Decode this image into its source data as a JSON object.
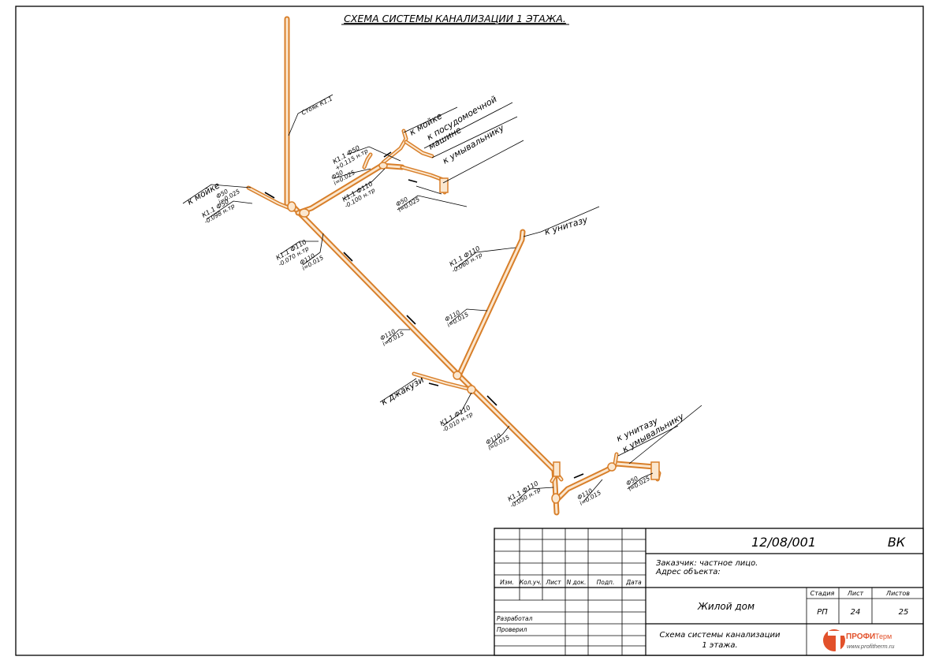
{
  "drawing": {
    "title": "СХЕМА СИСТЕМЫ КАНАЛИЗАЦИИ 1 ЭТАЖА.",
    "labels": {
      "riser": "Стояк К1.1",
      "to_sink_1": "к мойке",
      "to_dishwasher_a": "к посудомоечной",
      "to_dishwasher_b": "машине",
      "to_washbasin_1": "к умывальнику",
      "to_toilet_1": "к унитазу",
      "to_jacuzzi": "к джакузи",
      "to_toilet_2": "к унитазу",
      "to_washbasin_2": "к умывальнику",
      "sink_pipe_a": "Ф50",
      "sink_pipe_b": "i=0.025",
      "sink_level_a": "К1.1 Ф50",
      "sink_level_b": "-0.098 н.тр",
      "riser_base_a": "К1.1 Ф110",
      "riser_base_b": "-0.070 н.тр",
      "riser_slope_a": "Ф110",
      "riser_slope_b": "i=0.015",
      "kitchen_level_a": "К1.1 Ф50",
      "kitchen_level_b": "+0.115 н.тр",
      "kitchen_slope_a": "Ф50",
      "kitchen_slope_b": "i=0.025",
      "kitchen_main_a": "К1.1 Ф110",
      "kitchen_main_b": "-0.100 н.тр",
      "kitchen_branch_a": "Ф50",
      "kitchen_branch_b": "i=0.025",
      "toilet1_level_a": "К1.1 Ф110",
      "toilet1_level_b": "-0.060 н.тр",
      "toilet1_slope_a": "Ф110",
      "toilet1_slope_b": "i=0.015",
      "main_slope_a": "Ф110",
      "main_slope_b": "i=0.015",
      "jacuzzi_level_a": "К1.1 Ф110",
      "jacuzzi_level_b": "-0.010 н.тр",
      "lower_slope_a": "Ф110",
      "lower_slope_b": "i=0.015",
      "outlet_level_a": "К1.1 Ф110",
      "outlet_level_b": "-0.050 н.тр",
      "bath_slope_a": "Ф110",
      "bath_slope_b": "i=0.015",
      "basin_slope_a": "Ф50",
      "basin_slope_b": "i=0.025"
    }
  },
  "title_block": {
    "project_code": "12/08/001",
    "section": "ВК",
    "customer": "Заказчик: частное лицо.",
    "address": "Адрес объекта:",
    "object": "Жилой дом",
    "stage_label": "Стадия",
    "sheet_label": "Лист",
    "sheets_label": "Листов",
    "stage": "РП",
    "sheet": "24",
    "sheets": "25",
    "col_changes": "Изм.",
    "col_qty": "Кол.уч.",
    "col_sheet": "Лист",
    "col_doc": "N док.",
    "col_sign": "Подп.",
    "col_date": "Дата",
    "developed": "Разработал",
    "checked": "Проверил",
    "sheet_title_1": "Схема системы канализации",
    "sheet_title_2": "1 этажа.",
    "logo_name": "ПРОФИ",
    "logo_suffix": "Терм",
    "logo_url": "www.profitherm.ru"
  },
  "colors": {
    "pipe": "#d87f2a",
    "pipe_highlight": "#fbe7cf",
    "logo_red": "#e2512b",
    "logo_grey": "#8a8a8a"
  }
}
